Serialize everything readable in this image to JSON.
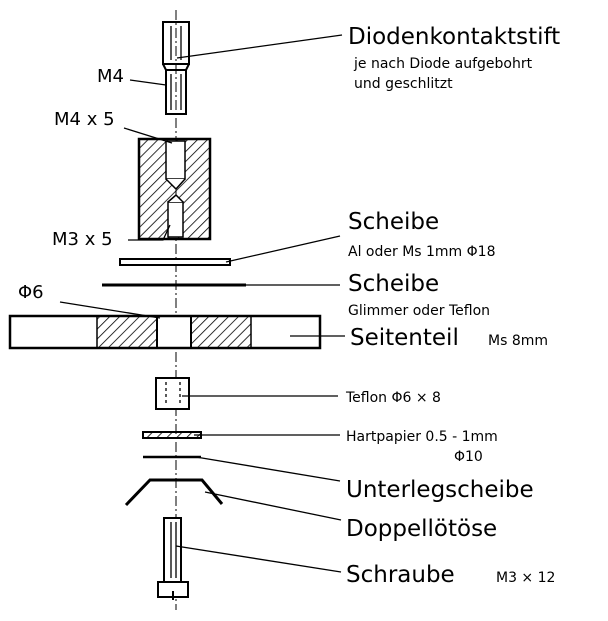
{
  "labels": {
    "diodenkontaktstift": "Diodenkontaktstift",
    "diodenkontaktstift_note_1": "je nach Diode aufgebohrt",
    "diodenkontaktstift_note_2": "und geschlitzt",
    "m4": "M4",
    "m4x5": "M4 x 5",
    "m3x5": "M3 x 5",
    "scheibe_1": "Scheibe",
    "scheibe_1_note": "Al oder Ms  1mm  Φ18",
    "scheibe_2": "Scheibe",
    "scheibe_2_note": "Glimmer oder Teflon",
    "phi6": "Φ6",
    "seitenteil": "Seitenteil",
    "seitenteil_note": "Ms 8mm",
    "teflon": "Teflon  Φ6 × 8",
    "hartpapier": "Hartpapier  0.5 - 1mm",
    "hartpapier_phi": "Φ10",
    "unterlegscheibe": "Unterlegscheibe",
    "doppelloetoese": "Doppellötöse",
    "schraube": "Schraube",
    "schraube_note": "M3 × 12"
  }
}
